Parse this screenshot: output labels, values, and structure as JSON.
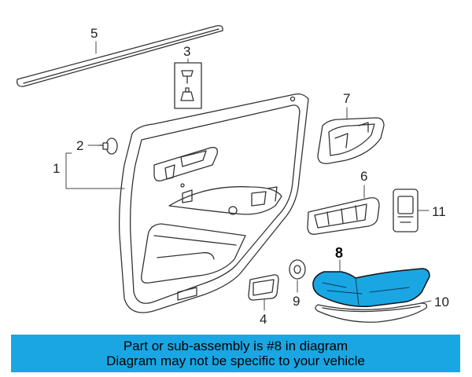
{
  "callouts": {
    "c1": "1",
    "c2": "2",
    "c3": "3",
    "c4": "4",
    "c5": "5",
    "c6": "6",
    "c7": "7",
    "c8": "8",
    "c9": "9",
    "c10": "10",
    "c11": "11"
  },
  "highlighted_part": "8",
  "highlight_color": "#1aa6e3",
  "banner": {
    "line1": "Part or sub-assembly is #8 in diagram",
    "line2": "Diagram may not be specific to your vehicle",
    "background": "#1aa6e3"
  }
}
